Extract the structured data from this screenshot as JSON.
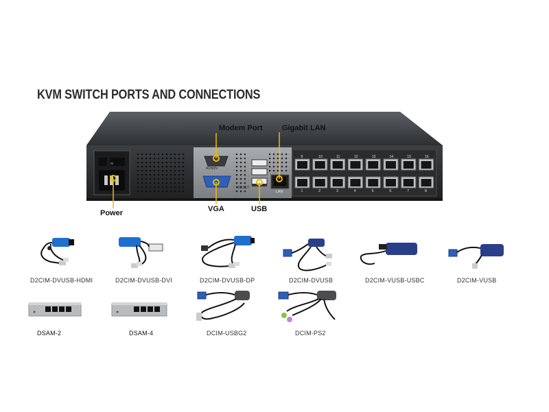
{
  "title": "KVM SWITCH PORTS AND CONNECTIONS",
  "callouts": {
    "power": "Power",
    "vga": "VGA",
    "usb": "USB",
    "modem": "Modem Port",
    "lan": "Gigabit LAN"
  },
  "device": {
    "port_numbers_top": [
      "9",
      "10",
      "11",
      "12",
      "13",
      "14",
      "15",
      "16"
    ],
    "port_numbers_bottom": [
      "1",
      "2",
      "3",
      "4",
      "5",
      "6",
      "7",
      "8"
    ],
    "small_labels": {
      "admin": "ADMIN",
      "reset": "RESET",
      "lan": "LAN"
    }
  },
  "products": [
    {
      "label": "D2CIM-DVUSB-HDMI"
    },
    {
      "label": "D2CIM-DVUSB-DVI"
    },
    {
      "label": "D2CIM-DVUSB-DP"
    },
    {
      "label": "D2CIM-DVUSB"
    },
    {
      "label": "D2CIM-VUSB-USBC"
    },
    {
      "label": "D2CIM-VUSB"
    },
    {
      "label": "DSAM-2"
    },
    {
      "label": "DSAM-4"
    },
    {
      "label": "DCIM-USBG2"
    },
    {
      "label": "DCIM-PS2"
    }
  ],
  "colors": {
    "accent": "#f5b800",
    "chassis": "#3a3d40",
    "dongle_blue": "#1e6fd0",
    "dongle_navy": "#2a3f8a",
    "switch_silver": "#b9bcbf"
  }
}
